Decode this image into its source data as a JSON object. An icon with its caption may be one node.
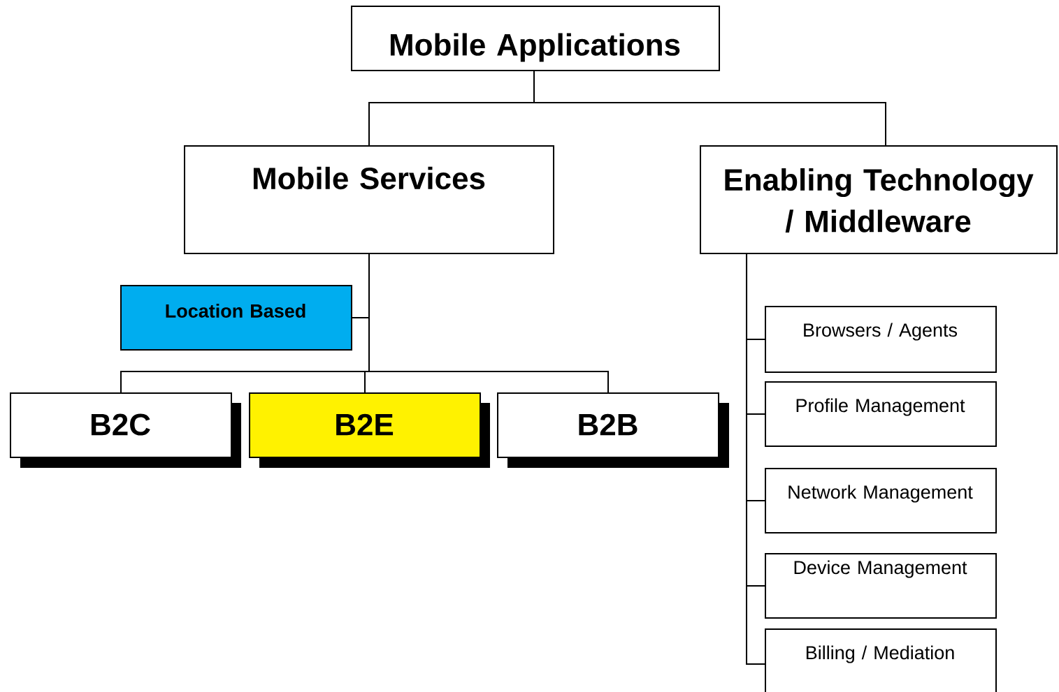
{
  "diagram": {
    "nodes": [
      {
        "text": [
          "Mobile Applications"
        ]
      },
      {
        "text": [
          "Mobile Services"
        ]
      },
      {
        "text": [
          "Enabling Technology / Middleware"
        ]
      },
      {
        "text": [
          "Location Based"
        ]
      },
      {
        "text": [
          "B2C"
        ]
      },
      {
        "text": [
          "B2E"
        ]
      },
      {
        "text": [
          "B2B"
        ]
      },
      {
        "text": [
          "Browsers / Agents"
        ]
      },
      {
        "text": [
          "Profile Management"
        ]
      },
      {
        "text": [
          "Network Management"
        ]
      },
      {
        "text": [
          "Device Management"
        ]
      },
      {
        "text": [
          "Billing / Mediation"
        ]
      }
    ],
    "edges": [
      {
        "from": 0,
        "to": 1,
        "arrow": "none"
      },
      {
        "from": 0,
        "to": 2,
        "arrow": "none"
      },
      {
        "from": 1,
        "to": 3,
        "arrow": "none"
      },
      {
        "from": 1,
        "to": 4,
        "arrow": "none"
      },
      {
        "from": 1,
        "to": 5,
        "arrow": "none"
      },
      {
        "from": 1,
        "to": 6,
        "arrow": "none"
      },
      {
        "from": 2,
        "to": 7,
        "arrow": "none"
      },
      {
        "from": 2,
        "to": 8,
        "arrow": "none"
      },
      {
        "from": 2,
        "to": 9,
        "arrow": "none"
      },
      {
        "from": 2,
        "to": 10,
        "arrow": "none"
      },
      {
        "from": 2,
        "to": 11,
        "arrow": "none"
      }
    ]
  }
}
